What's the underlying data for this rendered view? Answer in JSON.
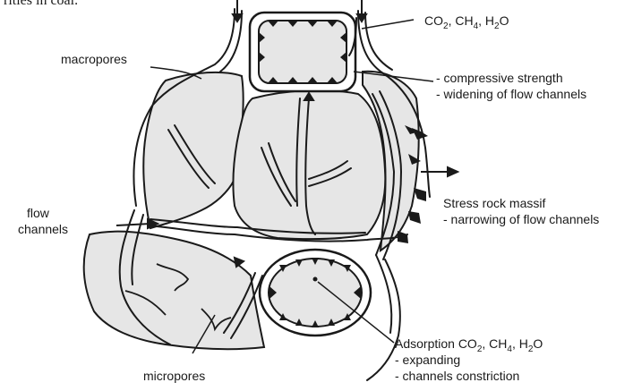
{
  "header_fragment": "rities in coal.",
  "labels": {
    "co2_ch4_h2o": {
      "a": "CO",
      "a_sub": "2",
      "b": ", CH",
      "b_sub": "4",
      "c": ", H",
      "c_sub": "2",
      "d": "O"
    },
    "macropores": "macropores",
    "compressive_strength": "- compressive strength",
    "widening": "- widening of flow channels",
    "flow": "flow",
    "channels": "channels",
    "stress": "Stress rock massif",
    "narrowing": "- narrowing of flow channels",
    "adsorption": {
      "a": "Adsorption CO",
      "a_sub": "2",
      "b": ", CH",
      "b_sub": "4",
      "c": ", H",
      "c_sub": "2",
      "d": "O"
    },
    "expanding": "- expanding",
    "constriction": "- channels constriction",
    "micropores": "micropores"
  },
  "colors": {
    "ink": "#1a1a1a",
    "grain_fill": "#e6e6e6",
    "channel_fill": "#ffffff"
  }
}
